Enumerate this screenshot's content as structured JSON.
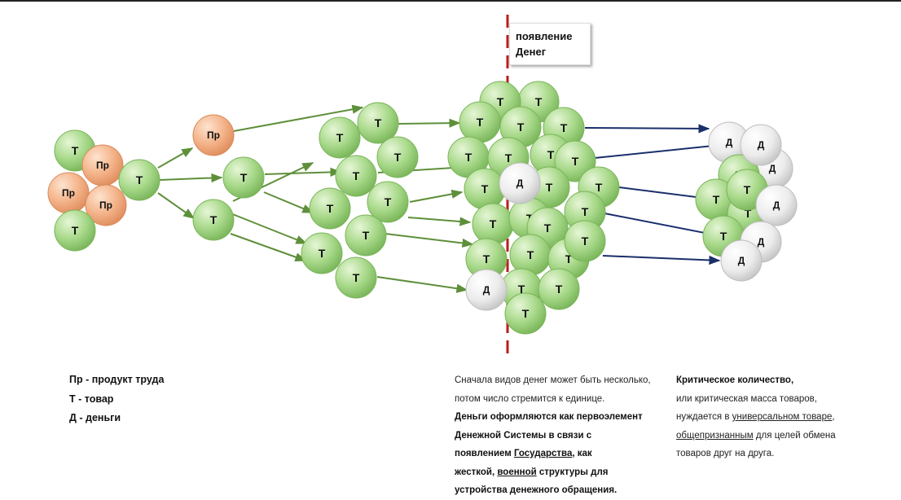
{
  "callout": {
    "line1": "появление",
    "line2": "Денег"
  },
  "node_labels": {
    "product": "Пр",
    "commodity": "Т",
    "money": "Д"
  },
  "colors": {
    "commodity": "#8cc66a",
    "product": "#f0a070",
    "money": "#e8e8e8",
    "green_arrow": "#5e8f3a",
    "blue_arrow": "#1a2f6b",
    "divider": "#b81e1e"
  },
  "legend": [
    "Пр - продукт труда",
    "Т - товар",
    "Д - деньги"
  ],
  "note_left": {
    "l1": "Сначала видов денег может быть несколько,",
    "l2": "потом число стремится к единице.",
    "l3": "Деньги оформляются как первоэлемент",
    "l4": "Денежной Системы в связи с",
    "l5a": "появлением ",
    "l5b": "Государства",
    "l5c": ", как",
    "l6a": "жесткой, ",
    "l6b": "военной",
    "l6c": " структуры для",
    "l7": "устройства денежного обращения."
  },
  "note_right": {
    "l1": "Критическое количество,",
    "l2": "или критическая масса товаров,",
    "l3a": "нуждается в ",
    "l3b": "универсальном товаре",
    "l3c": ",",
    "l4a": "общепризнанным",
    "l4b": " для целей обмена",
    "l5": "товаров друг на друга."
  }
}
